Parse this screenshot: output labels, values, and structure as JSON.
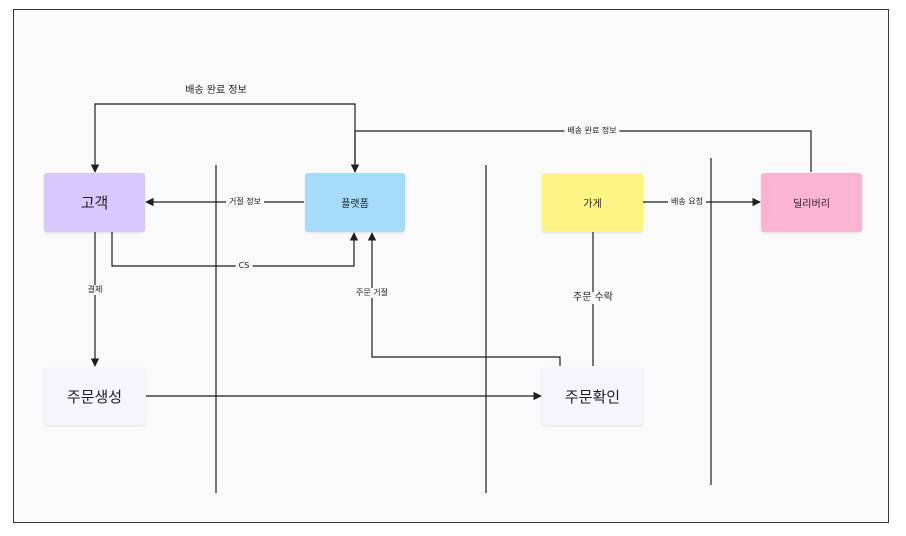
{
  "nodes": {
    "customer": {
      "label": "고객",
      "color": "#d7c8fd"
    },
    "platform": {
      "label": "플랫폼",
      "color": "#a6dcfa"
    },
    "store": {
      "label": "가게",
      "color": "#fdf484"
    },
    "delivery": {
      "label": "딜리버리",
      "color": "#fdb4d2"
    },
    "order_create": {
      "label": "주문생성",
      "color": "#f5f5fb"
    },
    "order_confirm": {
      "label": "주문확인",
      "color": "#f5f5fb"
    }
  },
  "edges": {
    "delivery_done_top": "배송 완료 정보",
    "delivery_done_right": "배송 완료 정보",
    "reject_info": "거절 정보",
    "cs": "CS",
    "payment": "결제",
    "order_reject": "주문 거절",
    "order_accept": "주문 수락",
    "delivery_request": "배송 요청"
  }
}
